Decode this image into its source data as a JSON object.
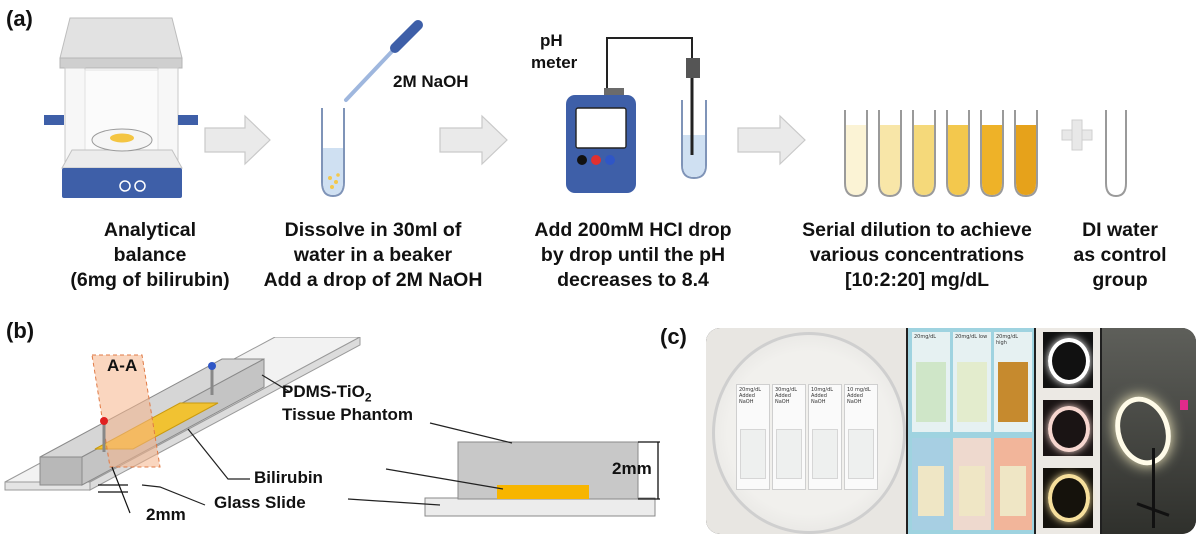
{
  "panels": {
    "a": "(a)",
    "b": "(b)",
    "c": "(c)"
  },
  "panel_a": {
    "steps": [
      {
        "lines": [
          "Analytical",
          "balance",
          "(6mg of bilirubin)"
        ]
      },
      {
        "lines": [
          "Dissolve in 30ml of",
          "water in a beaker",
          "Add a drop of 2M NaOH"
        ]
      },
      {
        "lines": [
          "Add 200mM HCI drop",
          "by drop until the pH",
          "decreases to 8.4"
        ]
      },
      {
        "lines": [
          "Serial dilution to achieve",
          "various concentrations",
          "[10:2:20] mg/dL"
        ]
      },
      {
        "lines": [
          "DI water",
          "as control",
          "group"
        ]
      }
    ],
    "naoh_label": "2M NaOH",
    "ph_meter_label": [
      "pH",
      "meter"
    ],
    "dilution_colors": [
      "#fbf3d5",
      "#f8e6a8",
      "#f5d97a",
      "#f3c84d",
      "#eeb228",
      "#e6a21b"
    ],
    "accent_blue": "#3e5fa8",
    "bilirubin_color": "#f1c232"
  },
  "panel_b": {
    "section_label": "A-A",
    "pdms_label": "PDMS-TiO",
    "pdms_subscript": "2",
    "pdms_label_2": "Tissue Phantom",
    "bilirubin_label": "Bilirubin",
    "glass_label": "Glass Slide",
    "thickness_label_left": "2mm",
    "thickness_label_right": "2mm"
  },
  "panel_c": {
    "dish_notes": [
      "20mg/dL Added NaOH",
      "30mg/dL Added NaOH",
      "10mg/dL Added NaOH",
      "10 mg/dL Added NaOH"
    ],
    "strip_notes": [
      "20mg/dL",
      "20mg/dL low",
      "20mg/dL high"
    ]
  }
}
